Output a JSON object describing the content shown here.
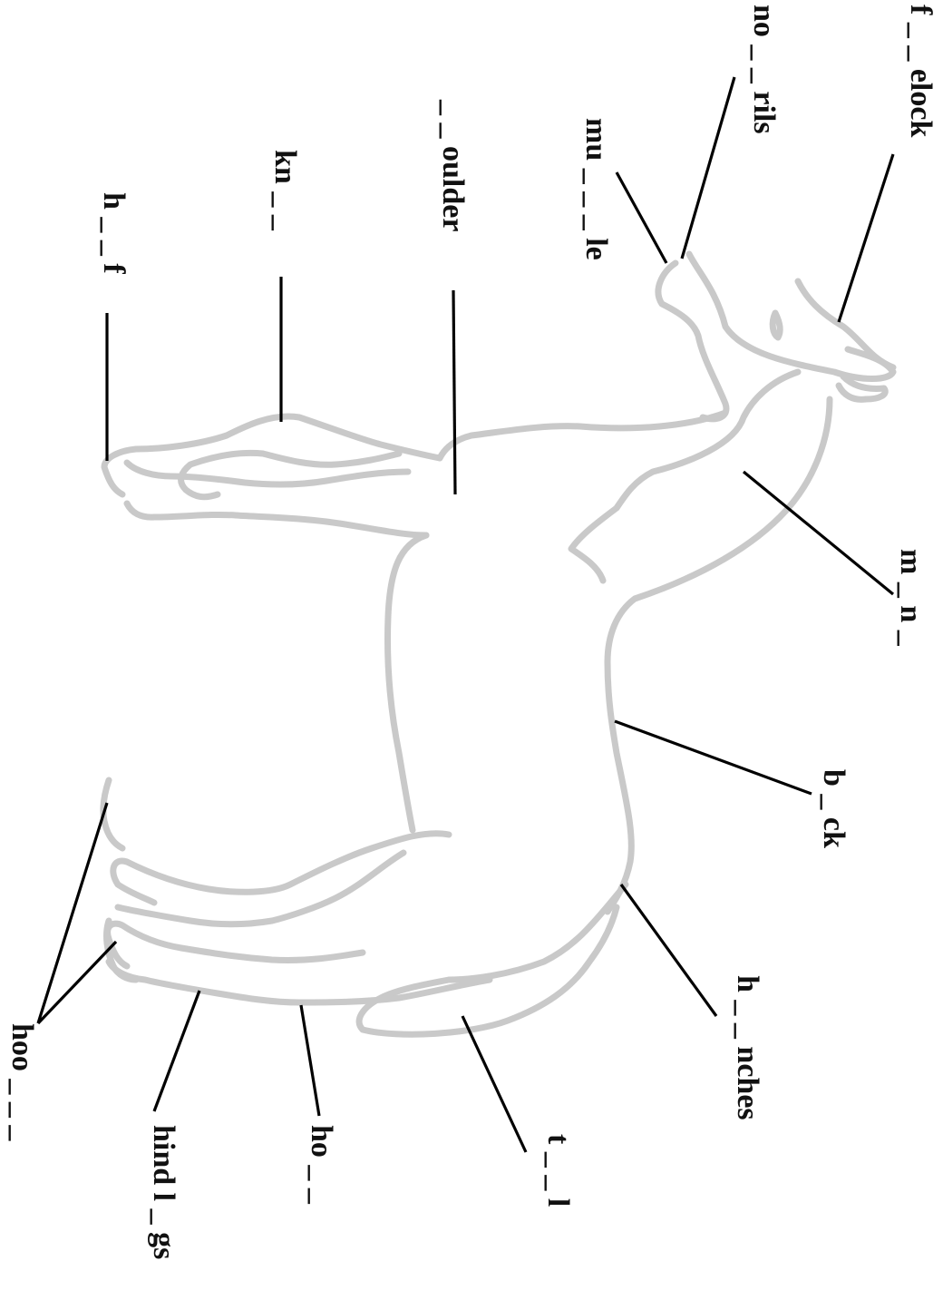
{
  "worksheet": {
    "labels": [
      {
        "id": "forelock",
        "text": "f _ _ elock"
      },
      {
        "id": "nostrils",
        "text": "no _ _ rils"
      },
      {
        "id": "muzzle",
        "text": "mu _ _ _ le"
      },
      {
        "id": "shoulder",
        "text": "_ _ oulder"
      },
      {
        "id": "knee",
        "text": "kn _ _"
      },
      {
        "id": "hoof",
        "text": "h _ _ f"
      },
      {
        "id": "mane",
        "text": "m _ n _"
      },
      {
        "id": "back",
        "text": "b _ ck"
      },
      {
        "id": "haunches",
        "text": "h _ _ nches"
      },
      {
        "id": "tail",
        "text": "t _ _ l"
      },
      {
        "id": "hock",
        "text": "ho _ _"
      },
      {
        "id": "hind-legs",
        "text": "hind l _ gs"
      },
      {
        "id": "hooves",
        "text": "hoo _ _ _"
      }
    ]
  },
  "colors": {
    "outline": "#c9c9c9",
    "leader": "#000000",
    "text": "#111111"
  }
}
